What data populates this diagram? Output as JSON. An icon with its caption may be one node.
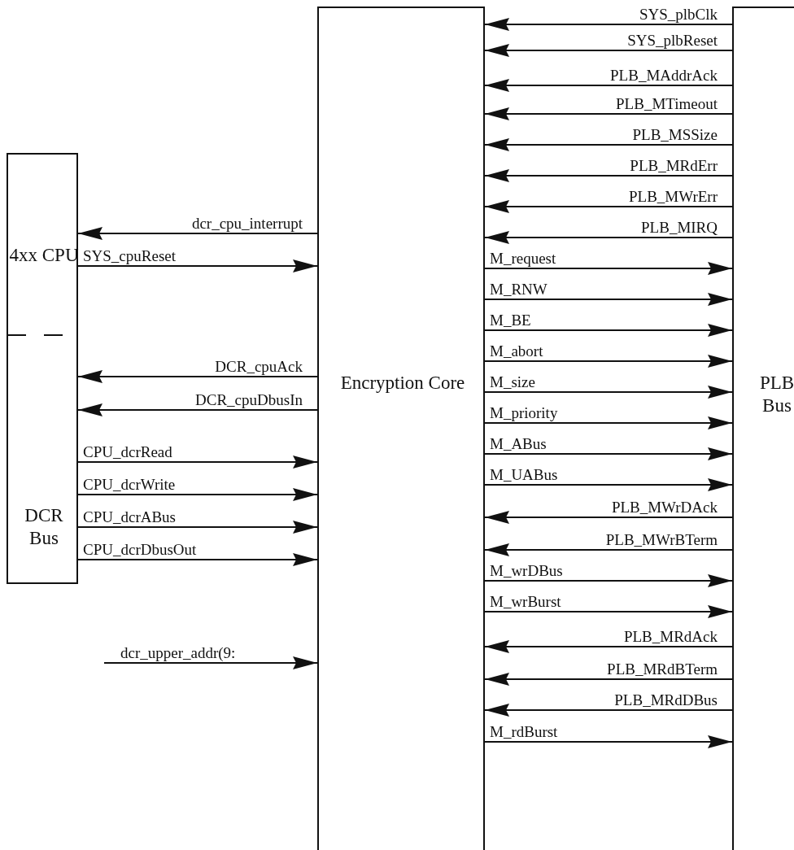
{
  "diagram": {
    "nodes": [
      {
        "text": [
          "4xx CPU",
          "DCR Bus"
        ]
      },
      {
        "text": [
          "Encryption Core"
        ]
      },
      {
        "text": [
          "PLB Bus"
        ]
      }
    ],
    "edges": [
      {
        "from": 1,
        "to": 0,
        "arrow": "to",
        "label": "dcr_cpu_interrupt"
      },
      {
        "from": 0,
        "to": 1,
        "arrow": "to",
        "label": "SYS_cpuReset"
      },
      {
        "from": 1,
        "to": 0,
        "arrow": "to",
        "label": "DCR_cpuAck"
      },
      {
        "from": 1,
        "to": 0,
        "arrow": "to",
        "label": "DCR_cpuDbusIn"
      },
      {
        "from": 0,
        "to": 1,
        "arrow": "to",
        "label": "CPU_dcrRead"
      },
      {
        "from": 0,
        "to": 1,
        "arrow": "to",
        "label": "CPU_dcrWrite"
      },
      {
        "from": 0,
        "to": 1,
        "arrow": "to",
        "label": "CPU_dcrABus"
      },
      {
        "from": 0,
        "to": 1,
        "arrow": "to",
        "label": "CPU_dcrDbusOut"
      },
      {
        "from": null,
        "to": 1,
        "arrow": "to",
        "label": "dcr_upper_addr(9:"
      },
      {
        "from": 2,
        "to": 1,
        "arrow": "to",
        "label": "SYS_plbClk"
      },
      {
        "from": 2,
        "to": 1,
        "arrow": "to",
        "label": "SYS_plbReset"
      },
      {
        "from": 2,
        "to": 1,
        "arrow": "to",
        "label": "PLB_MAddrAck"
      },
      {
        "from": 2,
        "to": 1,
        "arrow": "to",
        "label": "PLB_MTimeout"
      },
      {
        "from": 2,
        "to": 1,
        "arrow": "to",
        "label": "PLB_MSSize"
      },
      {
        "from": 2,
        "to": 1,
        "arrow": "to",
        "label": "PLB_MRdErr"
      },
      {
        "from": 2,
        "to": 1,
        "arrow": "to",
        "label": "PLB_MWrErr"
      },
      {
        "from": 2,
        "to": 1,
        "arrow": "to",
        "label": "PLB_MIRQ"
      },
      {
        "from": 1,
        "to": 2,
        "arrow": "to",
        "label": "M_request"
      },
      {
        "from": 1,
        "to": 2,
        "arrow": "to",
        "label": "M_RNW"
      },
      {
        "from": 1,
        "to": 2,
        "arrow": "to",
        "label": "M_BE"
      },
      {
        "from": 1,
        "to": 2,
        "arrow": "to",
        "label": "M_abort"
      },
      {
        "from": 1,
        "to": 2,
        "arrow": "to",
        "label": "M_size"
      },
      {
        "from": 1,
        "to": 2,
        "arrow": "to",
        "label": "M_priority"
      },
      {
        "from": 1,
        "to": 2,
        "arrow": "to",
        "label": "M_ABus"
      },
      {
        "from": 1,
        "to": 2,
        "arrow": "to",
        "label": "M_UABus"
      },
      {
        "from": 2,
        "to": 1,
        "arrow": "to",
        "label": "PLB_MWrDAck"
      },
      {
        "from": 2,
        "to": 1,
        "arrow": "to",
        "label": "PLB_MWrBTerm"
      },
      {
        "from": 1,
        "to": 2,
        "arrow": "to",
        "label": "M_wrDBus"
      },
      {
        "from": 1,
        "to": 2,
        "arrow": "to",
        "label": "M_wrBurst"
      },
      {
        "from": 2,
        "to": 1,
        "arrow": "to",
        "label": "PLB_MRdAck"
      },
      {
        "from": 2,
        "to": 1,
        "arrow": "to",
        "label": "PLB_MRdBTerm"
      },
      {
        "from": 2,
        "to": 1,
        "arrow": "to",
        "label": "PLB_MRdDBus"
      },
      {
        "from": 1,
        "to": 2,
        "arrow": "to",
        "label": "M_rdBurst"
      }
    ]
  }
}
